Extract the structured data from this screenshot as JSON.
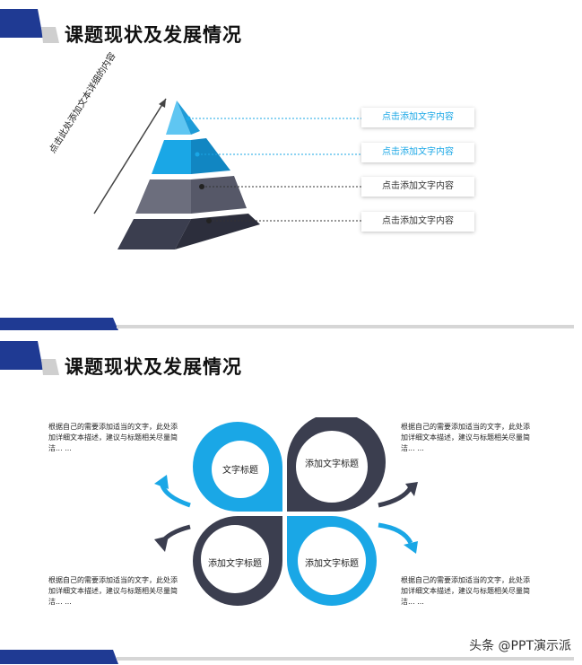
{
  "colors": {
    "navy": "#1f3a93",
    "cyan": "#1aa7e6",
    "dark": "#3b3e4f",
    "gray_bar": "#d6d6d6"
  },
  "slide1": {
    "title": "课题现状及发展情况",
    "side_label": "点击此处添加文本详细的内容",
    "boxes": [
      {
        "label": "点击添加文字内容",
        "color": "#1aa7e6"
      },
      {
        "label": "点击添加文字内容",
        "color": "#1aa7e6"
      },
      {
        "label": "点击添加文字内容",
        "color": "#333333"
      },
      {
        "label": "点击添加文字内容",
        "color": "#333333"
      }
    ]
  },
  "slide2": {
    "title": "课题现状及发展情况",
    "descriptions": [
      "根据自己的需要添加适当的文字，此处添加详细文本描述，建议与标题相关尽量简洁... ...",
      "根据自己的需要添加适当的文字，此处添加详细文本描述，建议与标题相关尽量简洁... ...",
      "根据自己的需要添加适当的文字，此处添加详细文本描述，建议与标题相关尽量简洁... ...",
      "根据自己的需要添加适当的文字，此处添加详细文本描述，建议与标题相关尽量简洁... ..."
    ],
    "petals": [
      "文字标题",
      "添加文字标题",
      "添加文字标题",
      "添加文字标题"
    ]
  },
  "watermark": "头条 @PPT演示派"
}
